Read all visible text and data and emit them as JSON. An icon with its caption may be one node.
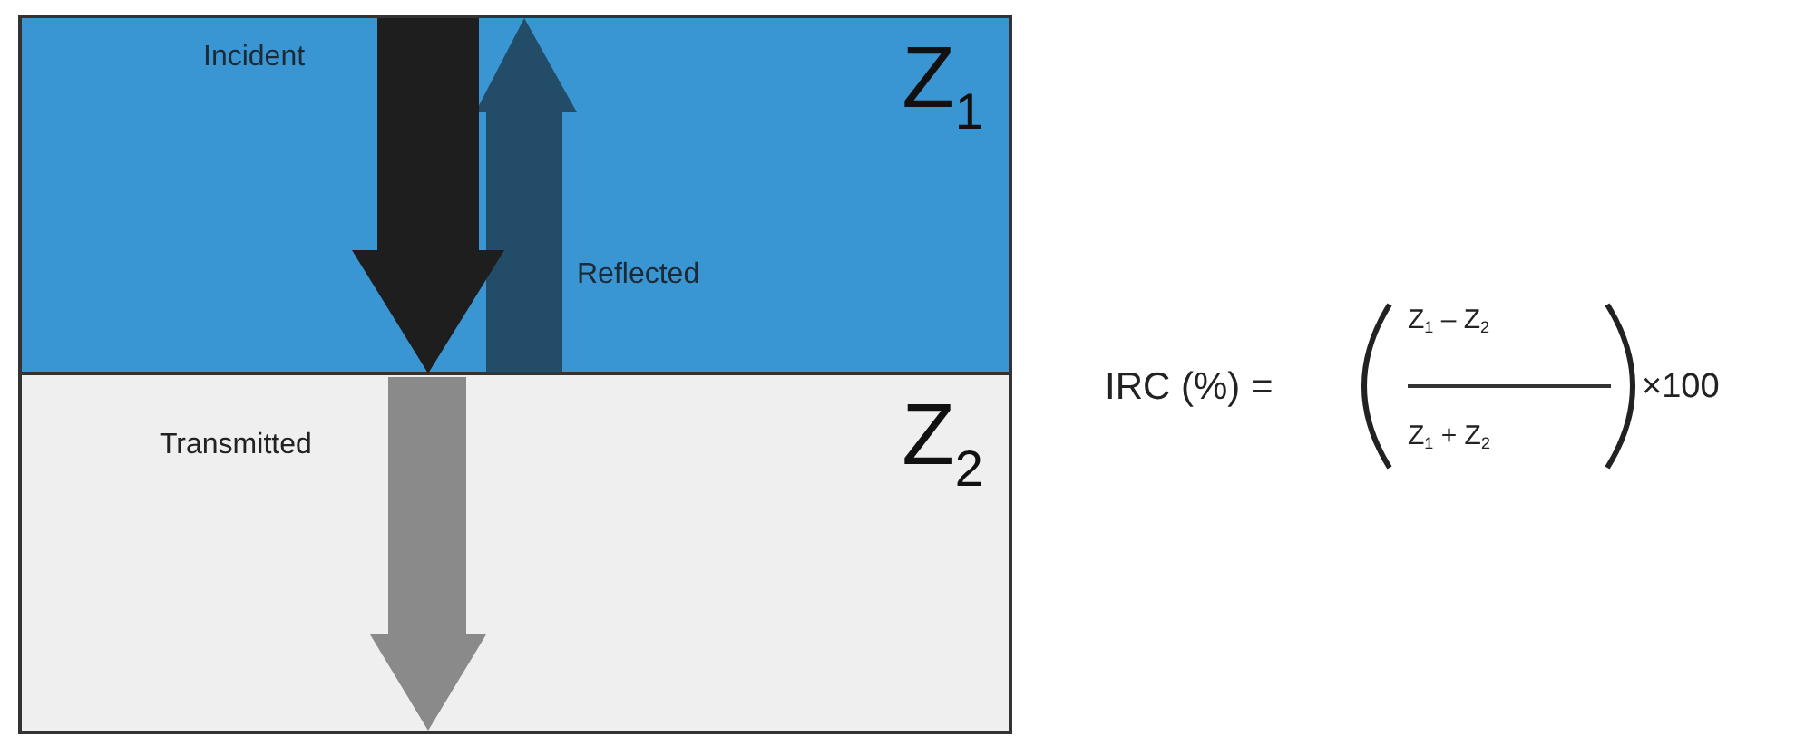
{
  "diagram": {
    "nodes": [
      {
        "text": [
          "Z$_{1}$"
        ]
      },
      {
        "text": [
          "Z$_{2}$"
        ]
      }
    ],
    "labels": [
      "Incident",
      "Reflected",
      "Transmitted",
      "IRC (%) =",
      "Z$_{1}$ – Z$_{2}$",
      "Z$_{1}$ + Z$_{2}$",
      "×100"
    ]
  }
}
